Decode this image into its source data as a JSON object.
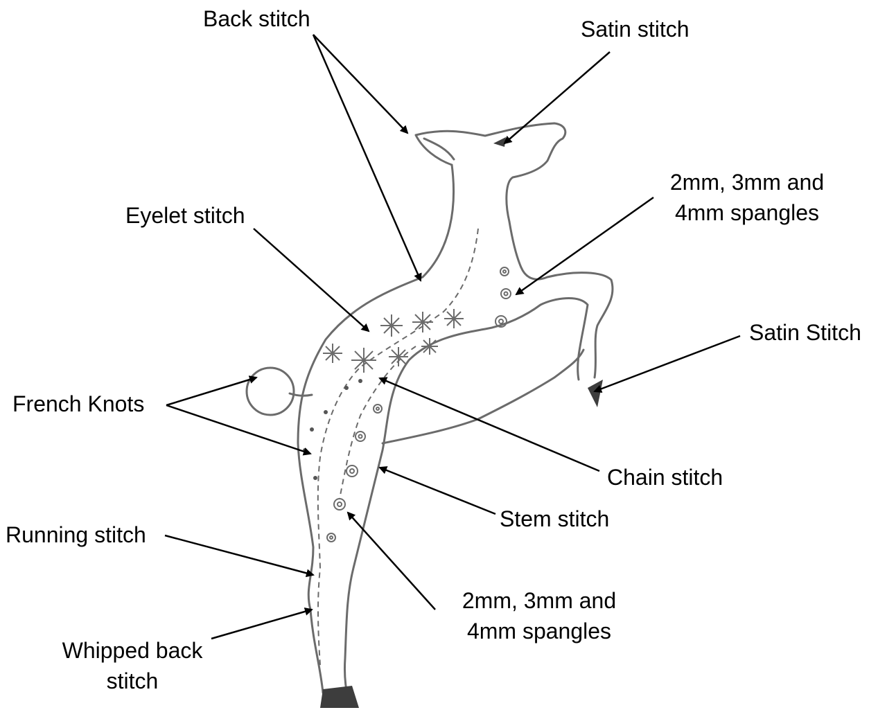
{
  "diagram": {
    "labels": {
      "back_stitch": "Back stitch",
      "satin_stitch_eye": "Satin stitch",
      "spangles_upper": [
        "2mm, 3mm and",
        "4mm spangles"
      ],
      "eyelet_stitch": "Eyelet stitch",
      "satin_stitch_hoof": "Satin Stitch",
      "french_knots": "French Knots",
      "chain_stitch": "Chain stitch",
      "stem_stitch": "Stem stitch",
      "running_stitch": "Running stitch",
      "spangles_lower": [
        "2mm, 3mm and",
        "4mm spangles"
      ],
      "whipped_back_stitch": [
        "Whipped back",
        "stitch"
      ]
    },
    "colors": {
      "outline": "#6b6b6b",
      "arrow": "#000000",
      "fill": "#3d3d3d"
    }
  }
}
